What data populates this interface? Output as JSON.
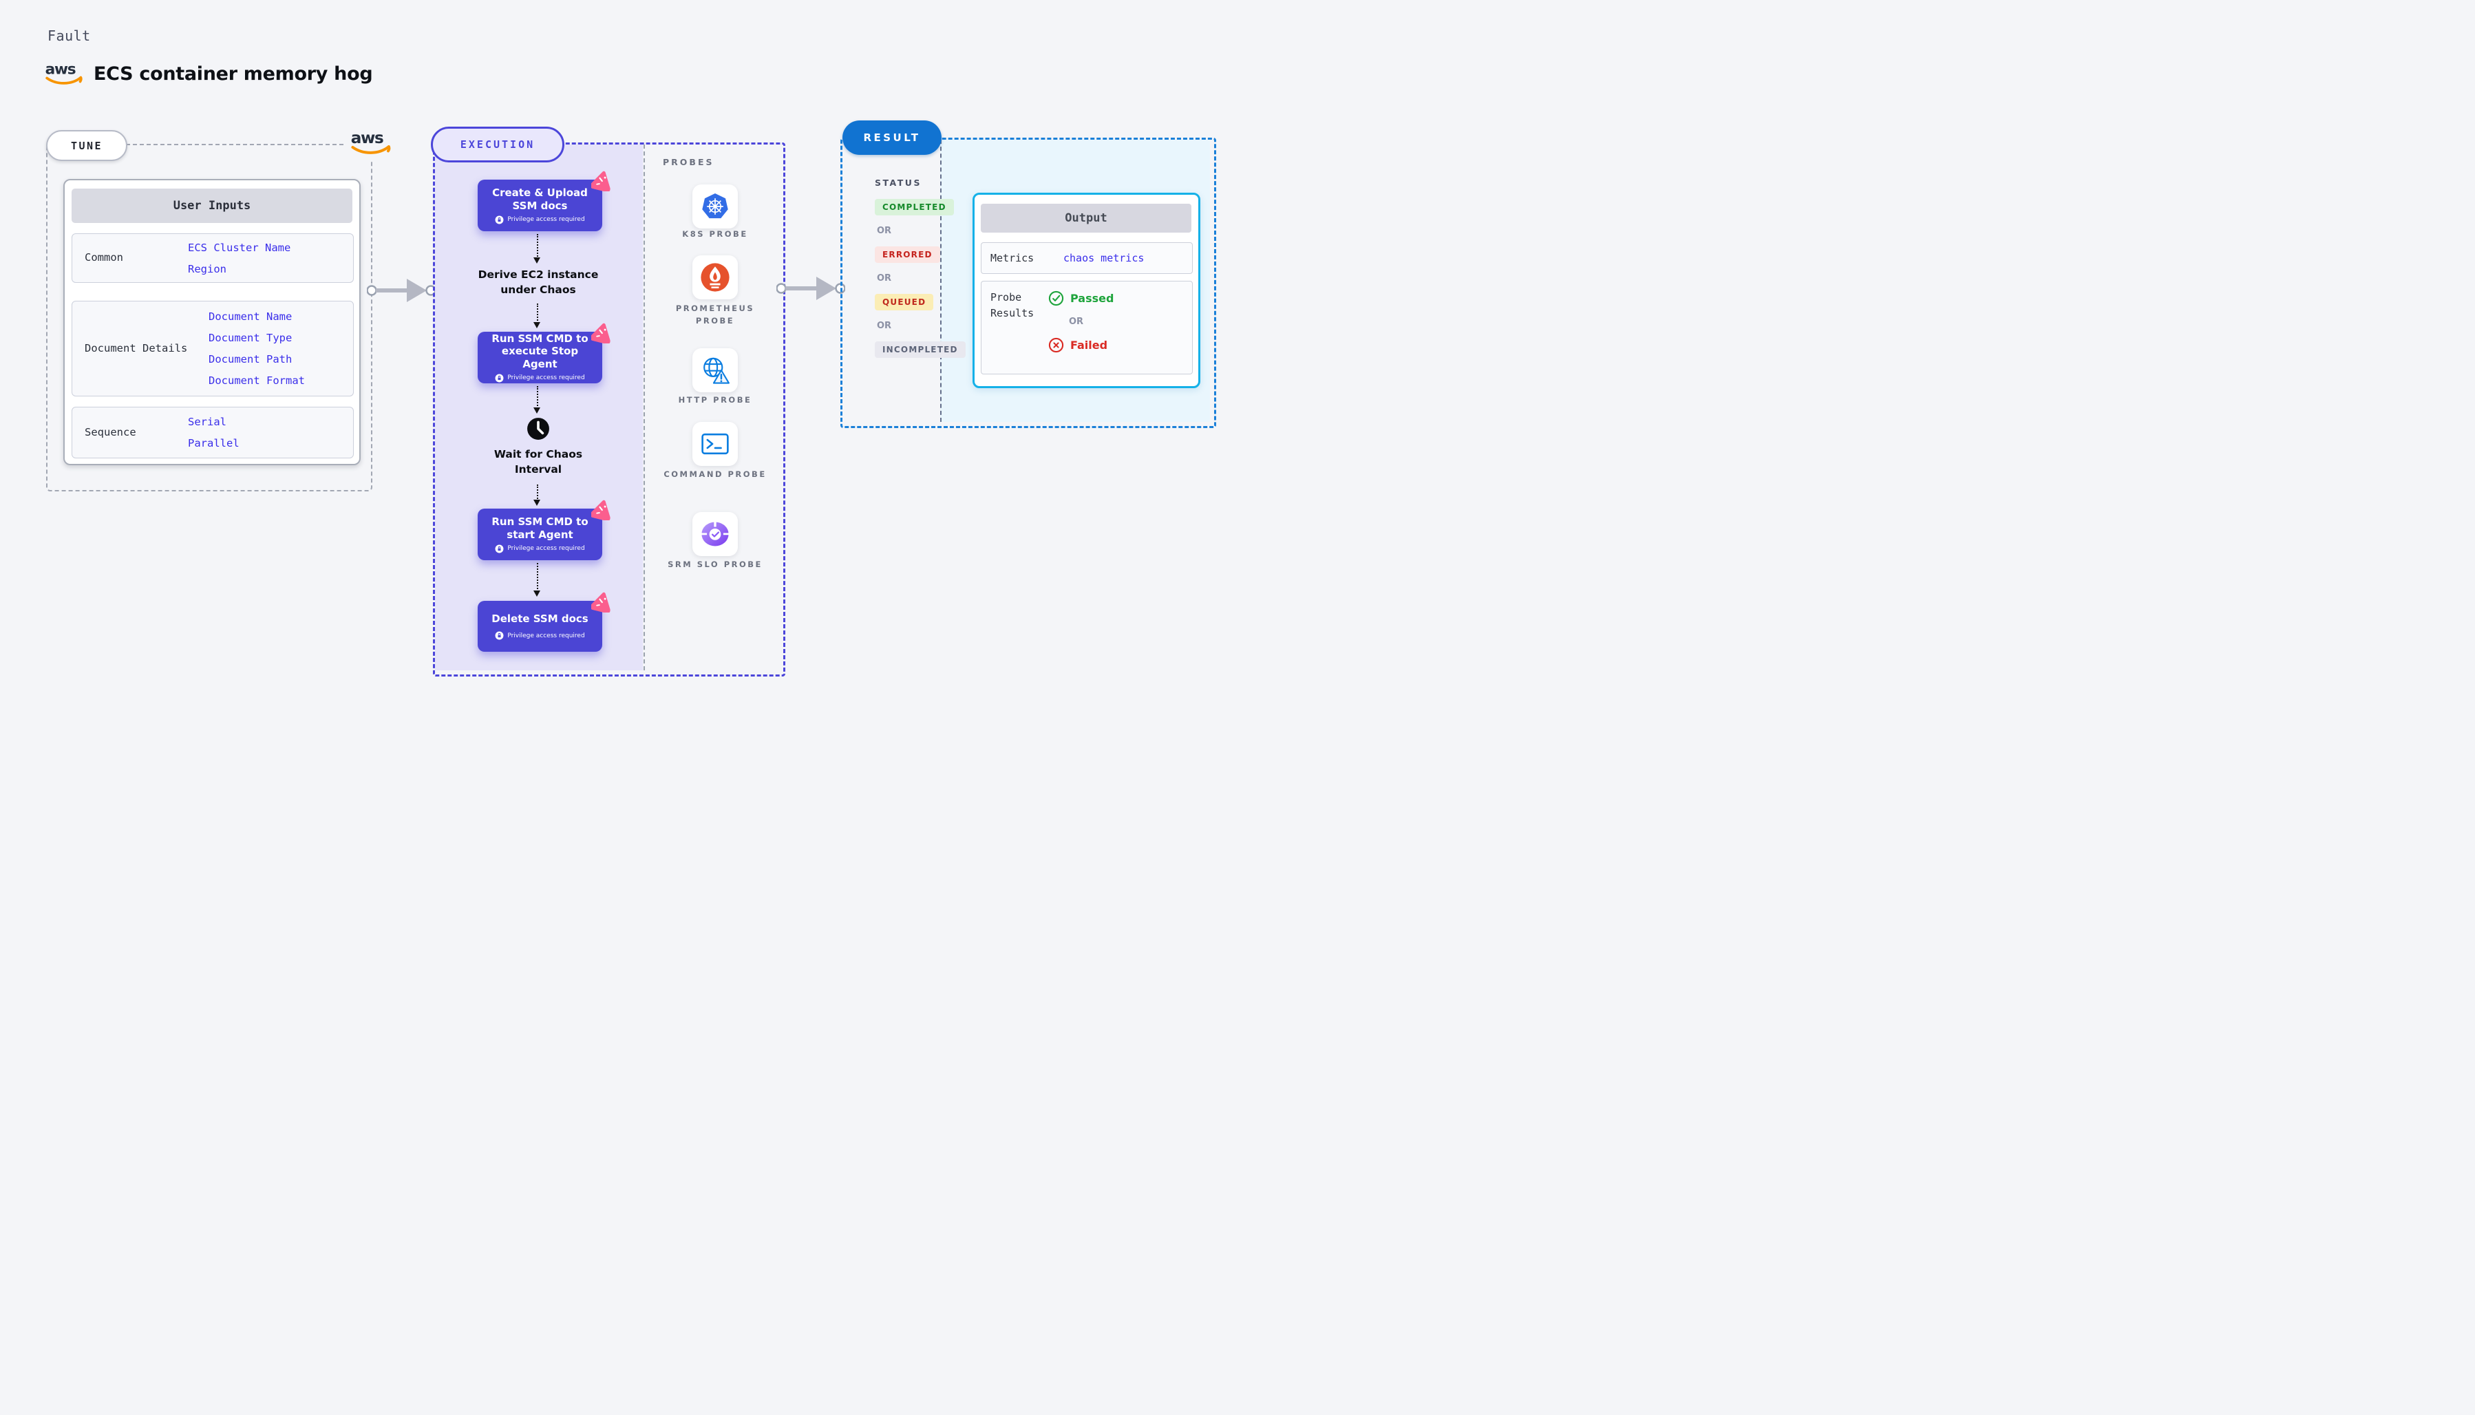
{
  "page": {
    "kicker": "Fault",
    "title": "ECS container memory hog"
  },
  "logos": {
    "aws": "aws"
  },
  "tune": {
    "label": "TUNE",
    "table": {
      "header": "User Inputs",
      "rows": [
        {
          "label": "Common",
          "values": [
            "ECS Cluster Name",
            "Region"
          ]
        },
        {
          "label": "Document Details",
          "values": [
            "Document Name",
            "Document Type",
            "Document Path",
            "Document Format"
          ]
        },
        {
          "label": "Sequence",
          "values": [
            "Serial",
            "Parallel"
          ]
        }
      ]
    }
  },
  "execution": {
    "label": "EXECUTION",
    "privilege_badge": "Privilege access required",
    "steps": [
      {
        "type": "action",
        "title": "Create & Upload SSM docs"
      },
      {
        "type": "label",
        "title": "Derive EC2 instance under Chaos"
      },
      {
        "type": "action",
        "title": "Run SSM CMD to execute Stop Agent"
      },
      {
        "type": "wait",
        "title": "Wait for Chaos Interval"
      },
      {
        "type": "action",
        "title": "Run SSM CMD to start Agent"
      },
      {
        "type": "action",
        "title": "Delete SSM docs"
      }
    ]
  },
  "probes": {
    "label": "PROBES",
    "items": [
      {
        "name": "K8S PROBE",
        "icon": "kubernetes-icon"
      },
      {
        "name": "PROMETHEUS PROBE",
        "icon": "prometheus-icon"
      },
      {
        "name": "HTTP PROBE",
        "icon": "http-globe-icon"
      },
      {
        "name": "COMMAND PROBE",
        "icon": "terminal-icon"
      },
      {
        "name": "SRM SLO PROBE",
        "icon": "srm-slo-icon"
      }
    ]
  },
  "result": {
    "label": "RESULT",
    "status": {
      "heading": "STATUS",
      "or": "OR",
      "badges": [
        {
          "text": "COMPLETED",
          "bg": "#d9f2da",
          "color": "#178a2c"
        },
        {
          "text": "ERRORED",
          "bg": "#fbe5e3",
          "color": "#c5241f"
        },
        {
          "text": "QUEUED",
          "bg": "#fbedb5",
          "color": "#c02a1e"
        },
        {
          "text": "INCOMPLETED",
          "bg": "#e8e8ef",
          "color": "#5d6478"
        }
      ]
    },
    "output": {
      "header": "Output",
      "metrics_label": "Metrics",
      "metrics_value": "chaos metrics",
      "probe_results_label": "Probe Results",
      "passed_label": "Passed",
      "or_label": "OR",
      "failed_label": "Failed"
    }
  },
  "colors": {
    "accent_indigo": "#4c46da",
    "step_box": "#4b45d4",
    "lavender_fill": "#e5e3f9",
    "result_blue": "#1173d1",
    "result_fill": "#e9f6fd",
    "output_border": "#15b1e8",
    "link_blue": "#3a2eea",
    "aws_orange": "#f79400",
    "chaos_pink": "#fb5e8e",
    "success_green": "#1ea43c",
    "fail_red": "#da2b24",
    "kubernetes_blue": "#326de6",
    "prometheus_orange": "#e6522c"
  }
}
